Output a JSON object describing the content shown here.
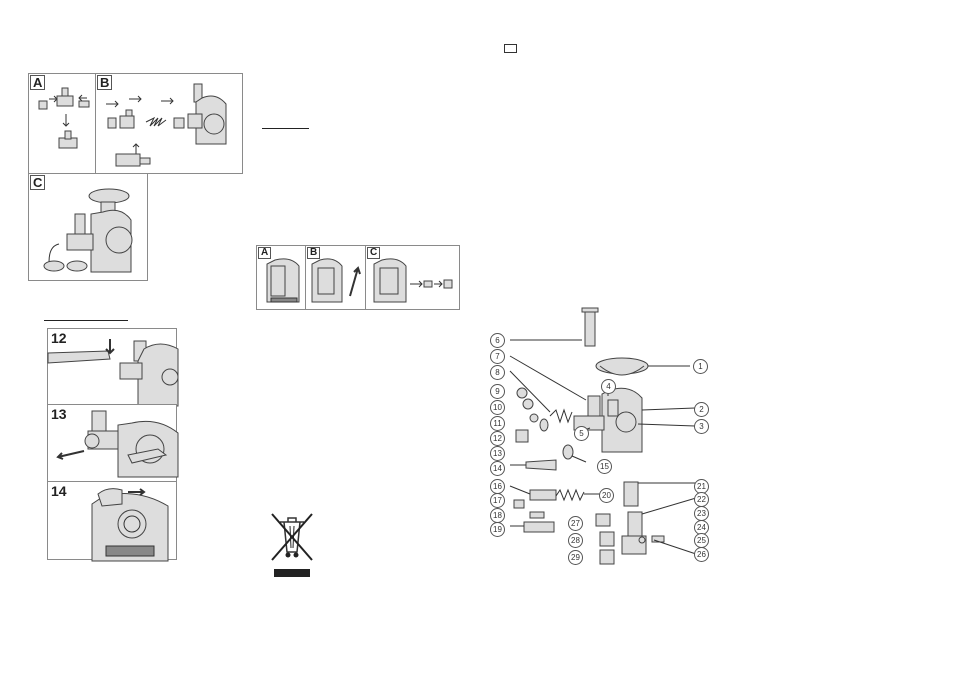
{
  "figure1": {
    "labels": [
      "A",
      "B",
      "C"
    ]
  },
  "figure2": {
    "labels": [
      "A",
      "B",
      "C"
    ]
  },
  "figure3": {
    "labels": [
      "12",
      "13",
      "14"
    ]
  },
  "exploded_view": {
    "callouts": [
      "1",
      "2",
      "3",
      "4",
      "5",
      "6",
      "7",
      "8",
      "9",
      "10",
      "11",
      "12",
      "13",
      "14",
      "15",
      "16",
      "17",
      "18",
      "19",
      "20",
      "21",
      "22",
      "23",
      "24",
      "25",
      "26",
      "27",
      "28",
      "29"
    ]
  },
  "weee": {
    "icon": "crossed-out-wheelie-bin-icon"
  }
}
